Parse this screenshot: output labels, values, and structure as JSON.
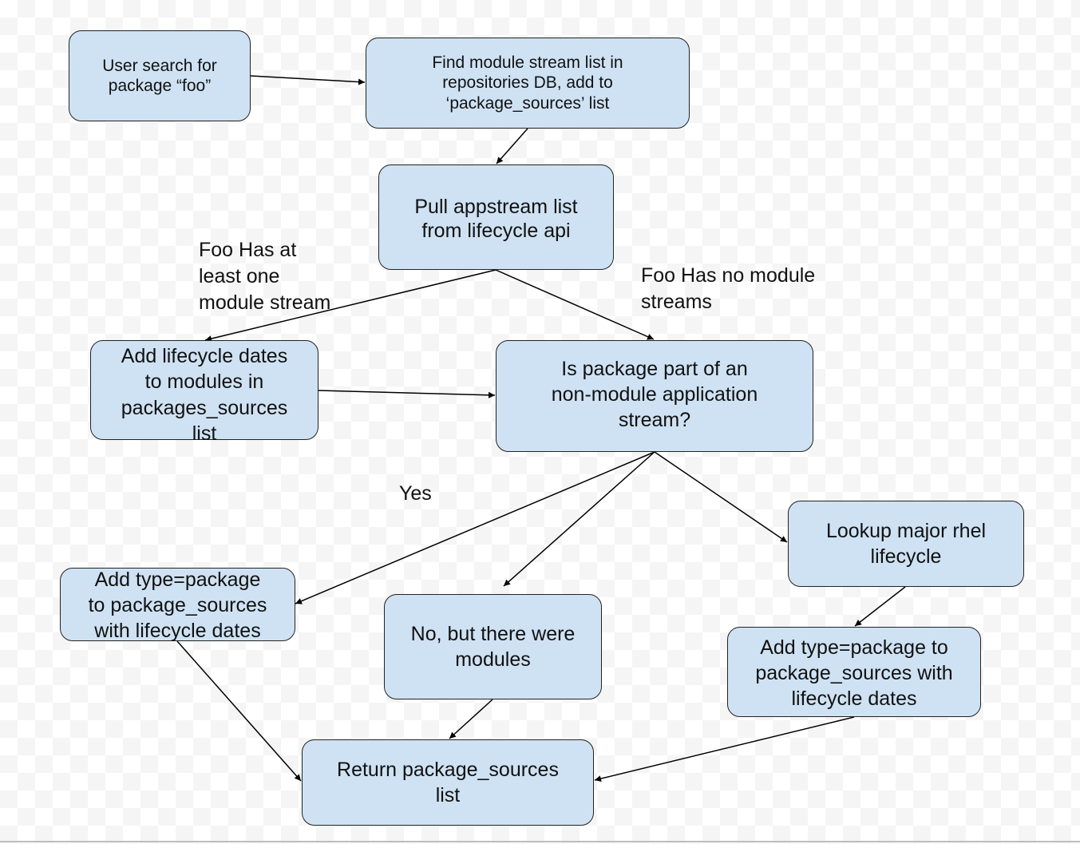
{
  "colors": {
    "node_fill": "#cfe2f3",
    "node_border": "#222222",
    "edge": "#000000",
    "text": "#111111"
  },
  "nodes": {
    "user_search": {
      "text": "User search for\npackage “foo”"
    },
    "find_module_stream": {
      "text": "Find module stream list in\nrepositories DB, add to\n‘package_sources’ list"
    },
    "pull_appstream": {
      "text": "Pull appstream list\nfrom lifecycle api"
    },
    "add_lifecycle_dates": {
      "text": "Add lifecycle dates\nto modules in\npackages_sources\nlist"
    },
    "is_package_part": {
      "text": "Is package part of an\nnon-module application\nstream?"
    },
    "add_type_package_left": {
      "text": "Add type=package\nto package_sources\nwith lifecycle dates"
    },
    "no_but_modules": {
      "text": "No, but there were\nmodules"
    },
    "lookup_rhel": {
      "text": "Lookup major rhel\nlifecycle"
    },
    "add_type_package_right": {
      "text": "Add type=package to\npackage_sources with\nlifecycle dates"
    },
    "return_package_sources": {
      "text": "Return package_sources\nlist"
    }
  },
  "edge_labels": {
    "has_module_stream": "Foo Has at\nleast one\nmodule stream",
    "no_module_streams": "Foo Has no module\nstreams",
    "yes": "Yes"
  },
  "edges": [
    {
      "from": "user_search",
      "to": "find_module_stream"
    },
    {
      "from": "find_module_stream",
      "to": "pull_appstream"
    },
    {
      "from": "pull_appstream",
      "to": "add_lifecycle_dates",
      "label": "has_module_stream"
    },
    {
      "from": "pull_appstream",
      "to": "is_package_part",
      "label": "no_module_streams"
    },
    {
      "from": "add_lifecycle_dates",
      "to": "is_package_part"
    },
    {
      "from": "is_package_part",
      "to": "add_type_package_left",
      "label": "yes"
    },
    {
      "from": "is_package_part",
      "to": "no_but_modules"
    },
    {
      "from": "is_package_part",
      "to": "lookup_rhel"
    },
    {
      "from": "lookup_rhel",
      "to": "add_type_package_right"
    },
    {
      "from": "add_type_package_left",
      "to": "return_package_sources"
    },
    {
      "from": "no_but_modules",
      "to": "return_package_sources"
    },
    {
      "from": "add_type_package_right",
      "to": "return_package_sources"
    }
  ]
}
